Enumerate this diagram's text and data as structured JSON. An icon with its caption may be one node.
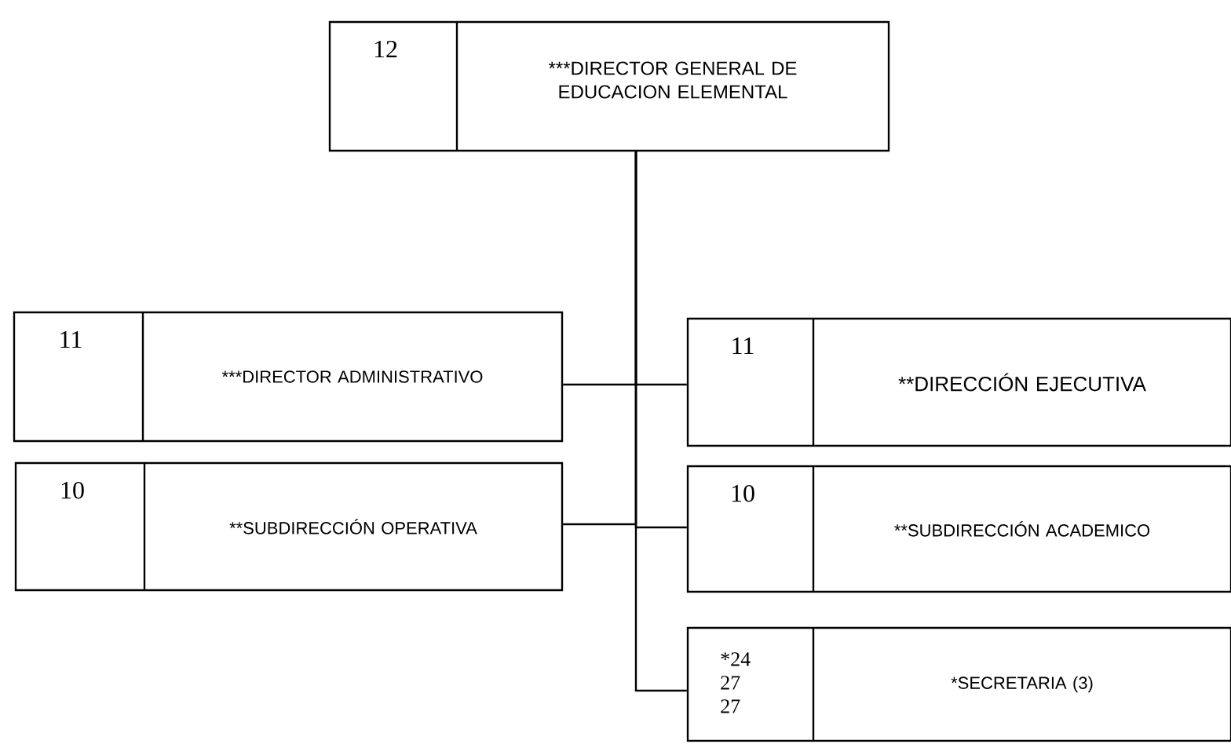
{
  "diagram": {
    "nodes": [
      {
        "text": [
          "12",
          "***DIRECTOR GENERAL DE EDUCACION ELEMENTAL"
        ]
      },
      {
        "text": [
          "11",
          "***DIRECTOR ADMINISTRATIVO"
        ]
      },
      {
        "text": [
          "11",
          "**DIRECCIÓN EJECUTIVA"
        ]
      },
      {
        "text": [
          "10",
          "**SUBDIRECCIÓN OPERATIVA"
        ]
      },
      {
        "text": [
          "10",
          "**SUBDIRECCIÓN ACADEMICO"
        ]
      },
      {
        "text": [
          "*24",
          "27",
          "27",
          "*SECRETARIA  (3)"
        ]
      }
    ],
    "edges": [
      {
        "from": 0,
        "to": 1,
        "arrow": "none"
      },
      {
        "from": 0,
        "to": 2,
        "arrow": "none"
      },
      {
        "from": 0,
        "to": 3,
        "arrow": "none"
      },
      {
        "from": 0,
        "to": 4,
        "arrow": "none"
      },
      {
        "from": 0,
        "to": 5,
        "arrow": "none"
      }
    ]
  }
}
